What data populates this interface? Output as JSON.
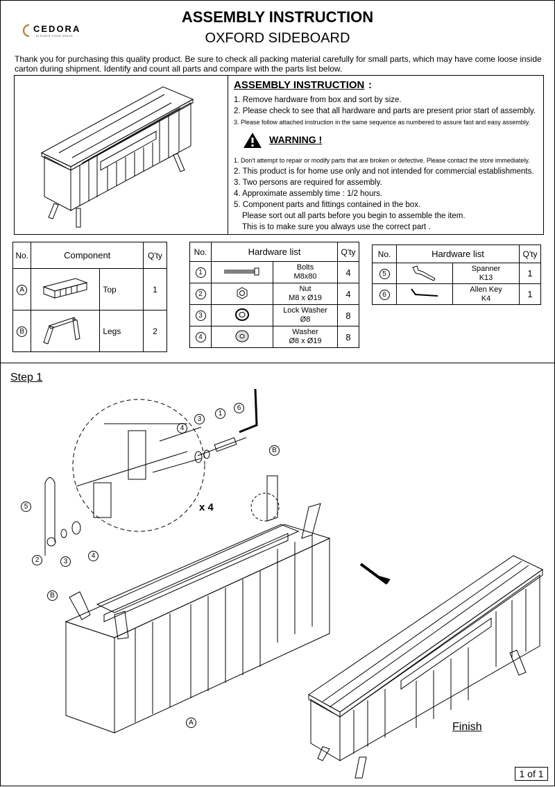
{
  "brand": {
    "name": "CEDORA",
    "tagline": "ELEVATE YOUR SPACE"
  },
  "header": {
    "title": "ASSEMBLY INSTRUCTION",
    "subtitle": "OXFORD SIDEBOARD"
  },
  "intro": "Thank you for purchasing this quality product. Be sure to check all packing material carefully for small parts, which may have come loose inside carton during shipment. Identify and count all parts and compare with the parts list below.",
  "instructions": {
    "heading": "ASSEMBLY INSTRUCTION",
    "colon": ":",
    "items": [
      "1. Remove hardware from box and sort by size.",
      "2. Please check to see that all hardware and parts are present prior start of assembly.",
      "3. Please follow attached instruction in the same sequence as numbered to assure fast and easy assembly."
    ]
  },
  "warning": {
    "label": "WARNING !",
    "items": [
      "1. Don't attempt to repair or modify parts that are broken or defective. Please contact the store immediately.",
      "2. This product is for home use  only and not intended for commercial establishments.",
      "3. Two persons are required for assembly.",
      "4. Approximate assembly time : 1/2 hours.",
      "5. Component parts and fittings contained in the box.",
      "Please sort out all parts before you begin to assemble the item.",
      "This is to make sure  you always use the correct part ."
    ]
  },
  "components": {
    "headers": [
      "No.",
      "Component",
      "Q'ty"
    ],
    "rows": [
      {
        "no": "A",
        "name": "Top",
        "qty": "1"
      },
      {
        "no": "B",
        "name": "Legs",
        "qty": "2"
      }
    ]
  },
  "hardware1": {
    "headers": [
      "No.",
      "Hardware list",
      "Q'ty"
    ],
    "rows": [
      {
        "no": "1",
        "name": "Bolts",
        "spec": "M8x80",
        "qty": "4"
      },
      {
        "no": "2",
        "name": "Nut",
        "spec": "M8 x Ø19",
        "qty": "4"
      },
      {
        "no": "3",
        "name": "Lock Washer",
        "spec": "Ø8",
        "qty": "8"
      },
      {
        "no": "4",
        "name": "Washer",
        "spec": "Ø8 x Ø19",
        "qty": "8"
      }
    ]
  },
  "hardware2": {
    "headers": [
      "No.",
      "Hardware list",
      "Q'ty"
    ],
    "rows": [
      {
        "no": "5",
        "name": "Spanner",
        "spec": "K13",
        "qty": "1"
      },
      {
        "no": "6",
        "name": "Allen Key",
        "spec": "K4",
        "qty": "1"
      }
    ]
  },
  "step": {
    "label": "Step 1",
    "multiplier": "x 4",
    "finish": "Finish",
    "callouts": [
      "1",
      "2",
      "3",
      "4",
      "5",
      "6",
      "A",
      "B"
    ]
  },
  "page": "1 of 1"
}
